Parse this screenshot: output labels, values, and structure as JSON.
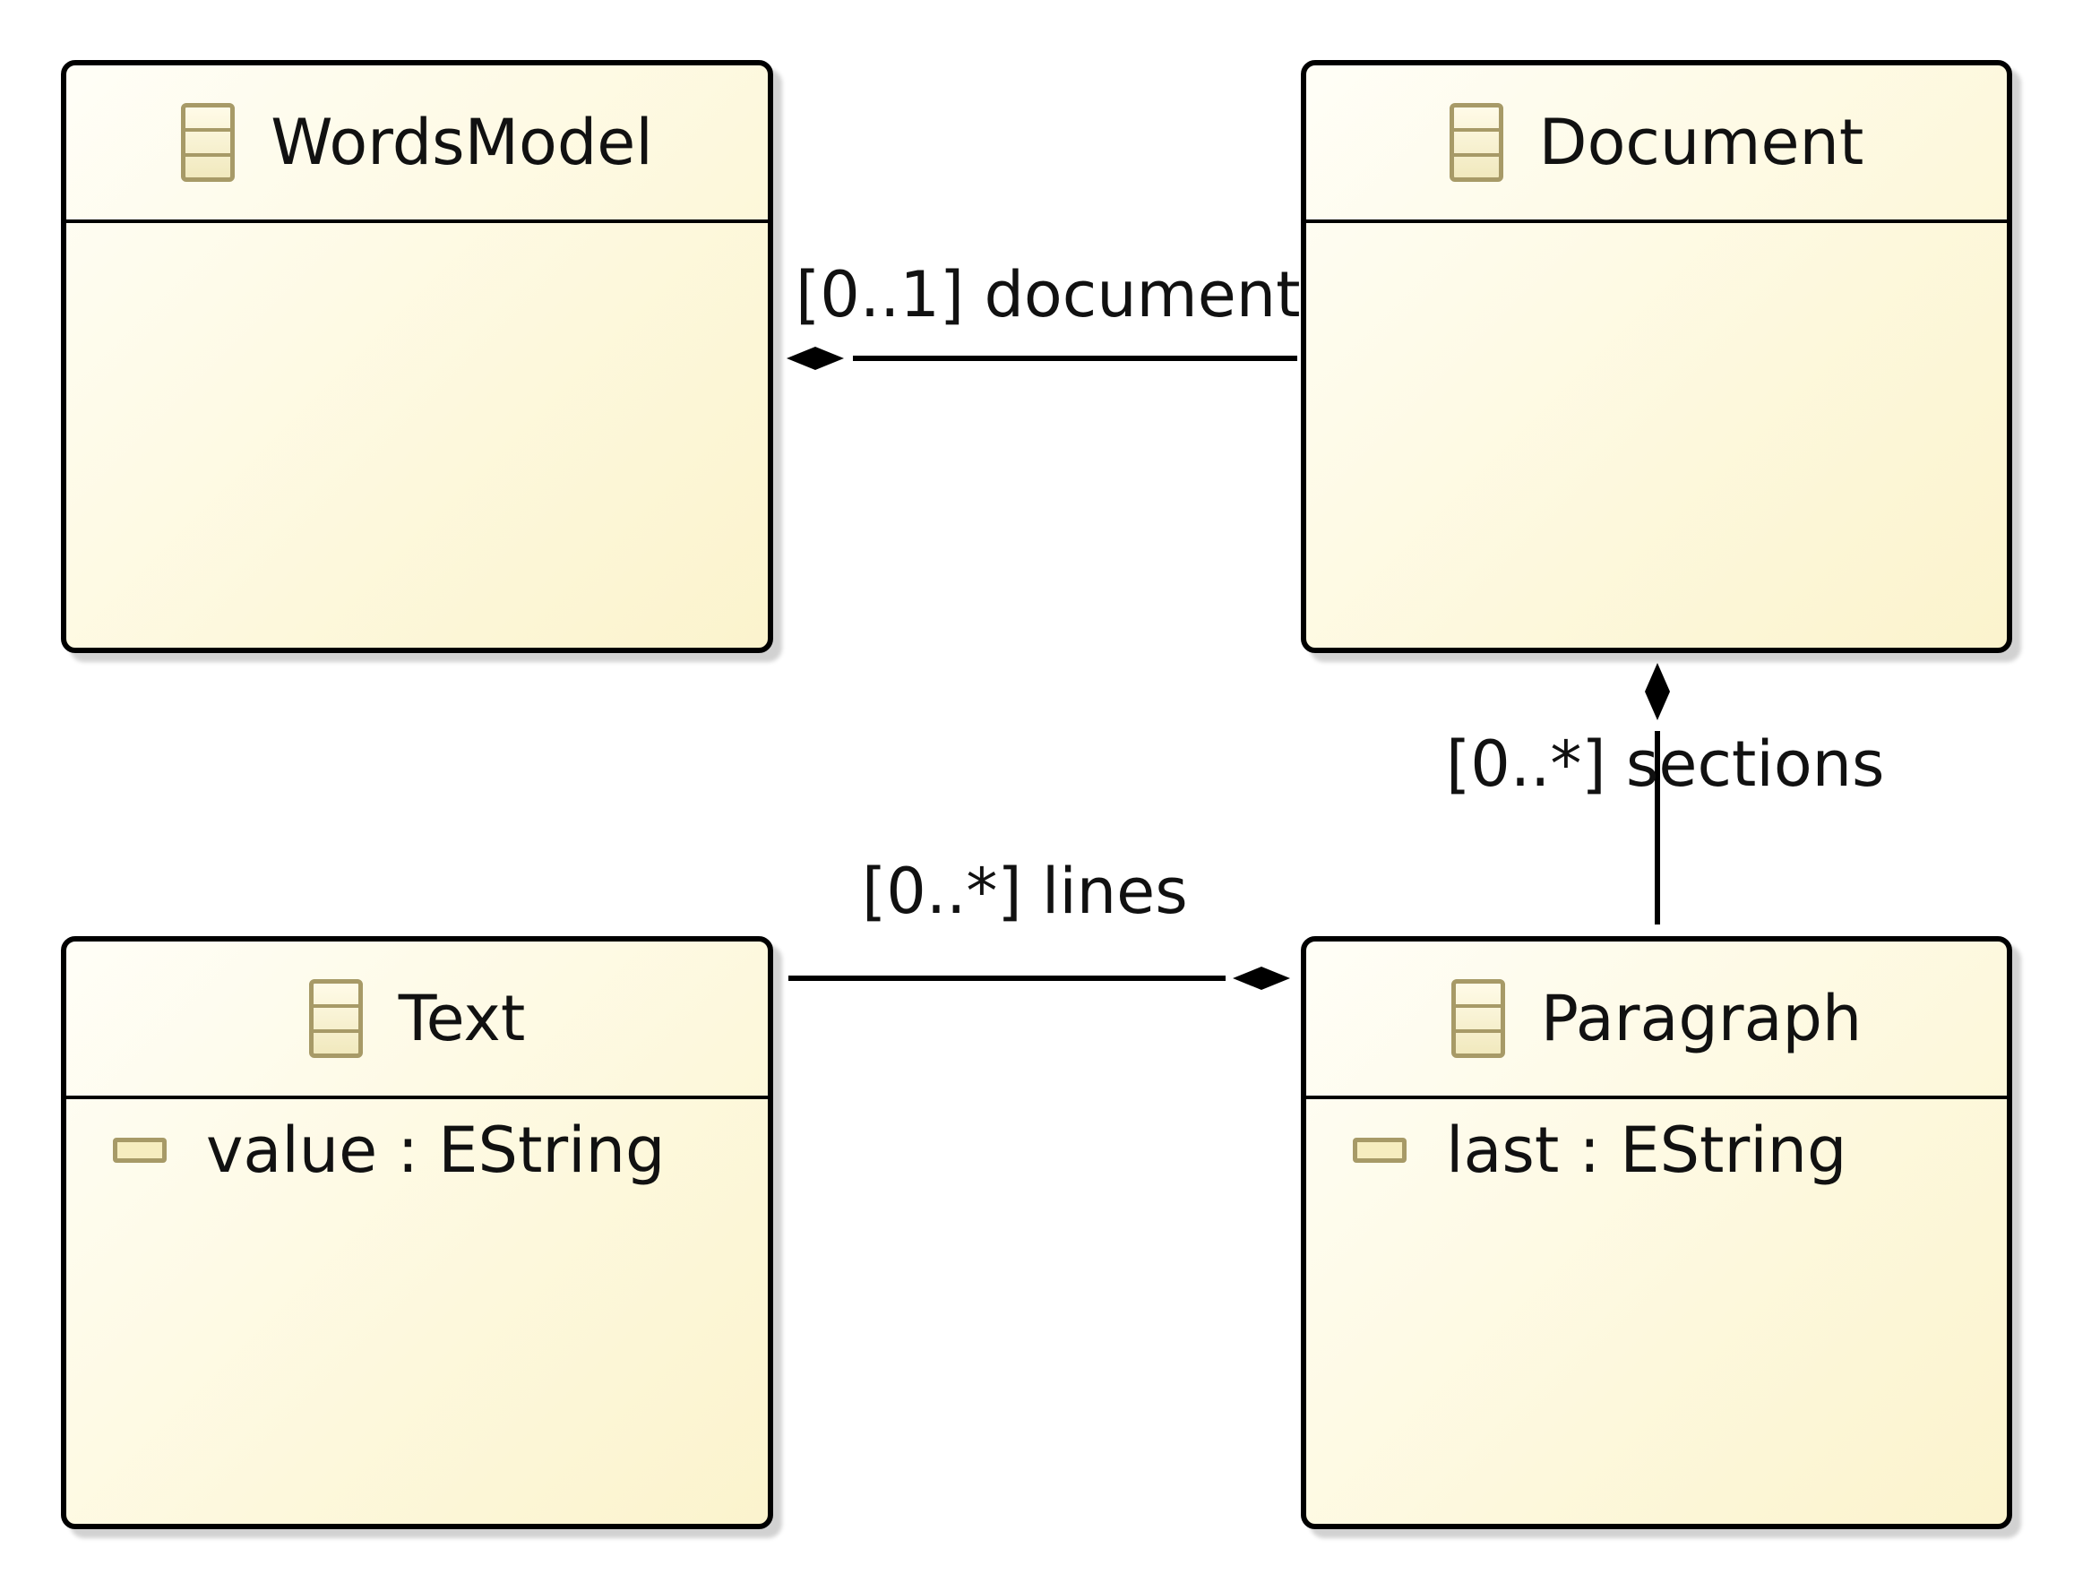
{
  "classes": {
    "wordsmodel": {
      "name": "WordsModel"
    },
    "document": {
      "name": "Document"
    },
    "text": {
      "name": "Text",
      "attributes": [
        {
          "label": "value : EString"
        }
      ]
    },
    "paragraph": {
      "name": "Paragraph",
      "attributes": [
        {
          "label": "last : EString"
        }
      ]
    }
  },
  "edges": {
    "document": {
      "label": "[0..1] document"
    },
    "sections": {
      "label": "[0..*] sections"
    },
    "lines": {
      "label": "[0..*] lines"
    }
  }
}
